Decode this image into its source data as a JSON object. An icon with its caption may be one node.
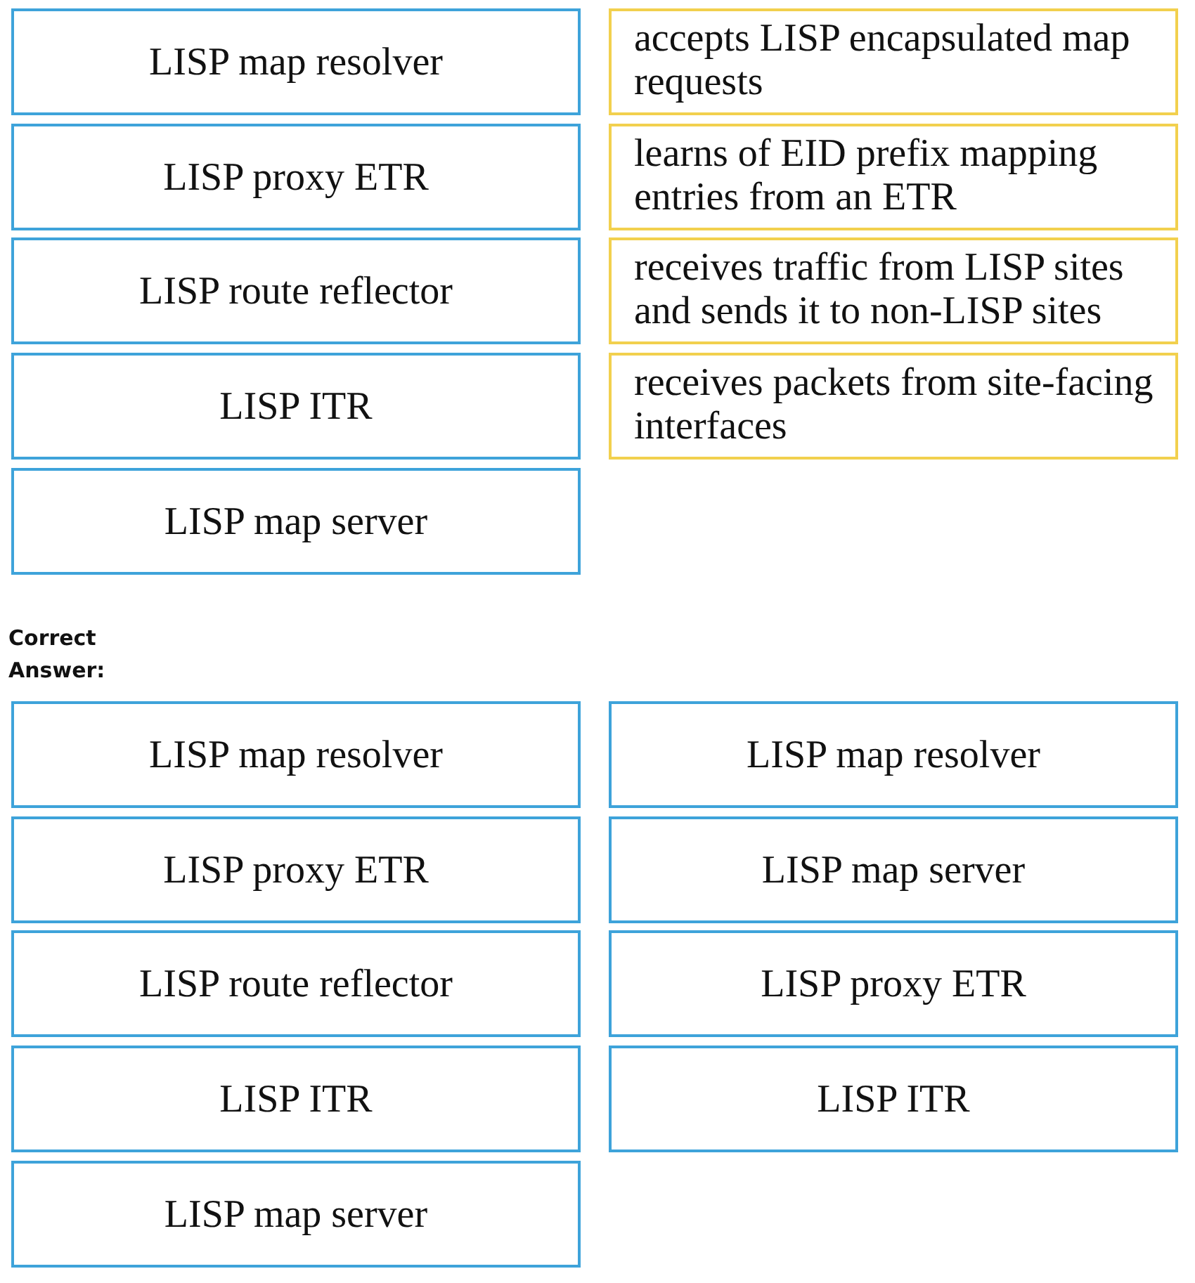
{
  "diagram": {
    "nodes": [
      {
        "text": [
          "LISP map resolver"
        ]
      },
      {
        "text": [
          "LISP proxy ETR"
        ]
      },
      {
        "text": [
          "LISP route reflector"
        ]
      },
      {
        "text": [
          "LISP ITR"
        ]
      },
      {
        "text": [
          "LISP map server"
        ]
      },
      {
        "text": [
          "accepts LISP encapsulated map requests"
        ]
      },
      {
        "text": [
          "learns of EID prefix mapping entries from an ETR"
        ]
      },
      {
        "text": [
          "receives traffic from LISP sites and sends it to non-LISP sites"
        ]
      },
      {
        "text": [
          "receives packets from site-facing interfaces"
        ]
      },
      {
        "text": [
          "LISP map resolver"
        ]
      },
      {
        "text": [
          "LISP proxy ETR"
        ]
      },
      {
        "text": [
          "LISP route reflector"
        ]
      },
      {
        "text": [
          "LISP ITR"
        ]
      },
      {
        "text": [
          "LISP map server"
        ]
      },
      {
        "text": [
          "LISP map resolver"
        ]
      },
      {
        "text": [
          "LISP map server"
        ]
      },
      {
        "text": [
          "LISP proxy ETR"
        ]
      },
      {
        "text": [
          "LISP ITR"
        ]
      }
    ],
    "labels": [
      "Correct Answer:"
    ]
  }
}
